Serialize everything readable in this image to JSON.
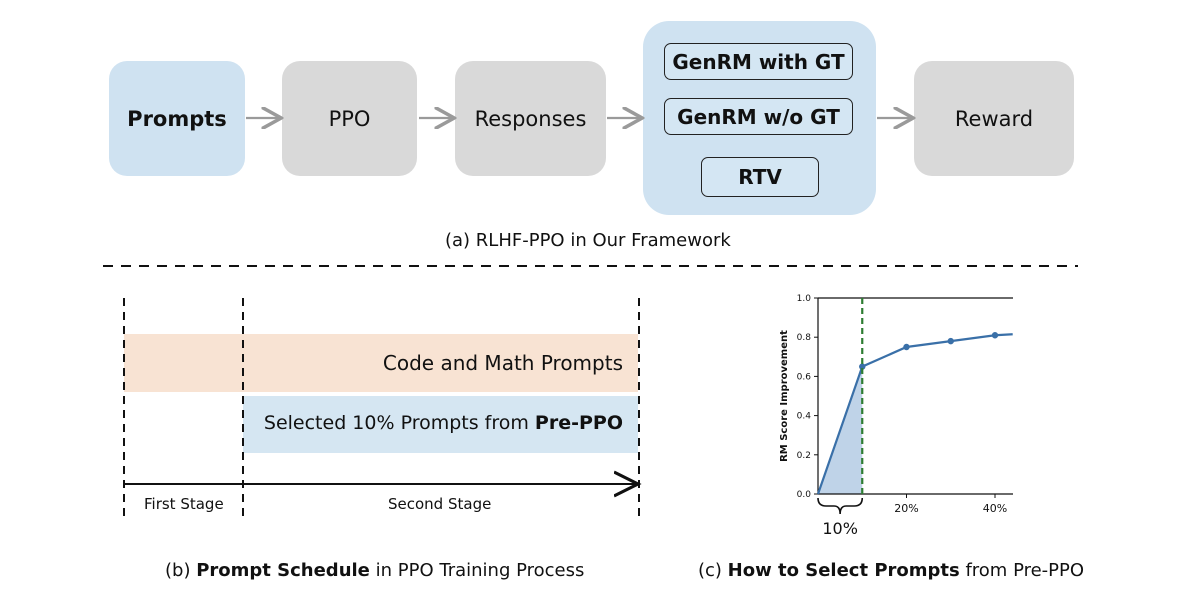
{
  "panel_a": {
    "prompts": "Prompts",
    "ppo": "PPO",
    "responses": "Responses",
    "reward_models": [
      "GenRM with GT",
      "GenRM w/o GT",
      "RTV"
    ],
    "reward": "Reward",
    "caption": "(a) RLHF-PPO in Our Framework"
  },
  "panel_b": {
    "code_math": "Code and Math Prompts",
    "selected_prefix": "Selected 10% Prompts from ",
    "selected_bold": "Pre-PPO",
    "first_stage": "First Stage",
    "second_stage": "Second Stage",
    "caption_prefix": "(b) ",
    "caption_bold": "Prompt Schedule",
    "caption_suffix": " in PPO Training Process"
  },
  "panel_c": {
    "caption_prefix": "(c) ",
    "caption_bold": "How to Select Prompts",
    "caption_suffix": " from Pre-PPO",
    "brace_label": "10%"
  },
  "chart_data": {
    "type": "line",
    "ylabel": "RM Score Improvement",
    "ylim": [
      0.0,
      1.0
    ],
    "yticks": [
      "0.0",
      "0.2",
      "0.4",
      "0.6",
      "0.8",
      "1.0"
    ],
    "xticks": [
      {
        "x": 20,
        "label": "20%"
      },
      {
        "x": 40,
        "label": "40%"
      }
    ],
    "xlim": [
      0,
      44
    ],
    "series": [
      {
        "x": [
          0,
          10,
          20,
          30,
          40,
          44
        ],
        "y": [
          0.0,
          0.65,
          0.75,
          0.78,
          0.81,
          0.815
        ]
      }
    ],
    "markers_at": [
      10,
      20,
      30,
      40
    ],
    "vline_x": 10,
    "shaded_range": [
      0,
      10
    ],
    "colors": {
      "line": "#3a70a8",
      "vline": "#2e7d32",
      "fill": "#a9c4e0"
    }
  },
  "colors": {
    "blue_box": "#cfe2f1",
    "gray_box": "#d9d9d9",
    "peach_band": "#f8e3d3",
    "blue_band": "#d5e6f2"
  }
}
